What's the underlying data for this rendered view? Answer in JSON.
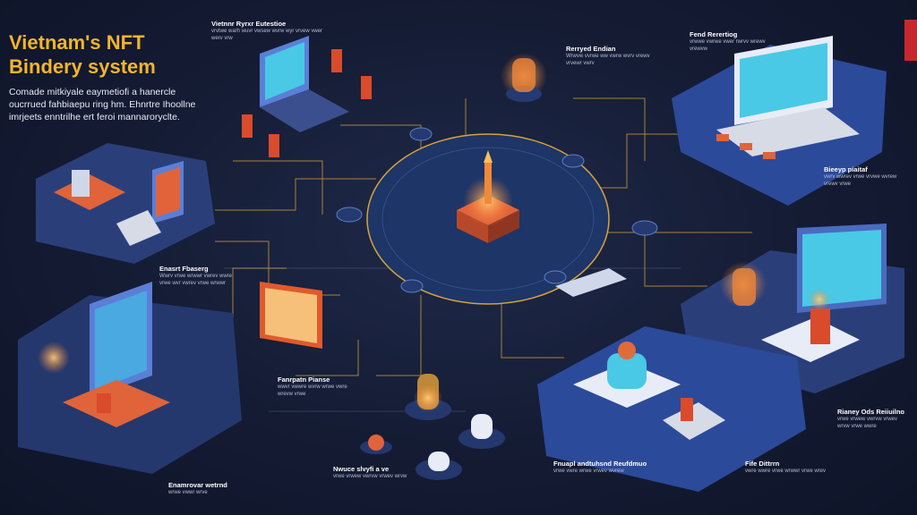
{
  "title_line1": "Vietnam's NFT",
  "title_line2": "Bindery system",
  "intro": "Comade mitkiyale eaymetiofi a hanercle oucrrued fahbiaepu ring hm. Ehnrtre Ihoollne imrjeets enntrilhe ert feroi mannaroryclte.",
  "labels": [
    {
      "id": "top-center",
      "heading": "Vietnnr Ryrxr Eutestioe",
      "body": "vrvtwe warh wuvr vwsew wvrw wyr vrvew vwer werv vrw"
    },
    {
      "id": "top-right-mid",
      "heading": "Rerryed Endian",
      "body": "Wrwvw vvrwe ww vwrw wvrv vrewv vrvewr vwrv"
    },
    {
      "id": "top-right",
      "heading": "Fend Rerertiog",
      "body": "vrwwe vwrwe vwer rwrvv wrewv vrewvw"
    },
    {
      "id": "left-mid",
      "heading": "Enasrt Fbaserg",
      "body": "Wwrv vrwe wrwwr vwrev wwre vrwe wvr vwrev vrwe wrwwr"
    },
    {
      "id": "right-mid",
      "heading": "Bieeyp piaitaf",
      "body": "vwrv wwrev vrwe vrvwe wvrew vrewv vrwe"
    },
    {
      "id": "center-bottom",
      "heading": "Fanrpatn Pianse",
      "body": "wwvr vwwre wvrw wrwe vwre wrevw vrwe"
    },
    {
      "id": "bottom-center",
      "heading": "Nwuce slvyfi a ve",
      "body": "vrwe vrwew vwrvw vrwev wrvw"
    },
    {
      "id": "bottom-left",
      "heading": "Enamrovar wetrnd",
      "body": "wrwe vwwr wrve"
    },
    {
      "id": "bottom-mid-right",
      "heading": "Fnuapl andtuhsnd Reufdmuo",
      "body": "vrwe vwre wrwe vrwev wvrew"
    },
    {
      "id": "bottom-right",
      "heading": "Fife Dittrrn",
      "body": "vwre wwre vrwe wrwwr vrwe wrev"
    },
    {
      "id": "right-lower",
      "heading": "Rianey Ods Reiiuilno",
      "body": "vrwe vrwew vwrvw vrwev wrvw vrwe wwre"
    }
  ],
  "colors": {
    "title": "#f3b52a",
    "accent_orange": "#e85a2c",
    "circuit": "#d8a23a",
    "platform": "#2a3f7a",
    "screen": "#49c9e6"
  }
}
